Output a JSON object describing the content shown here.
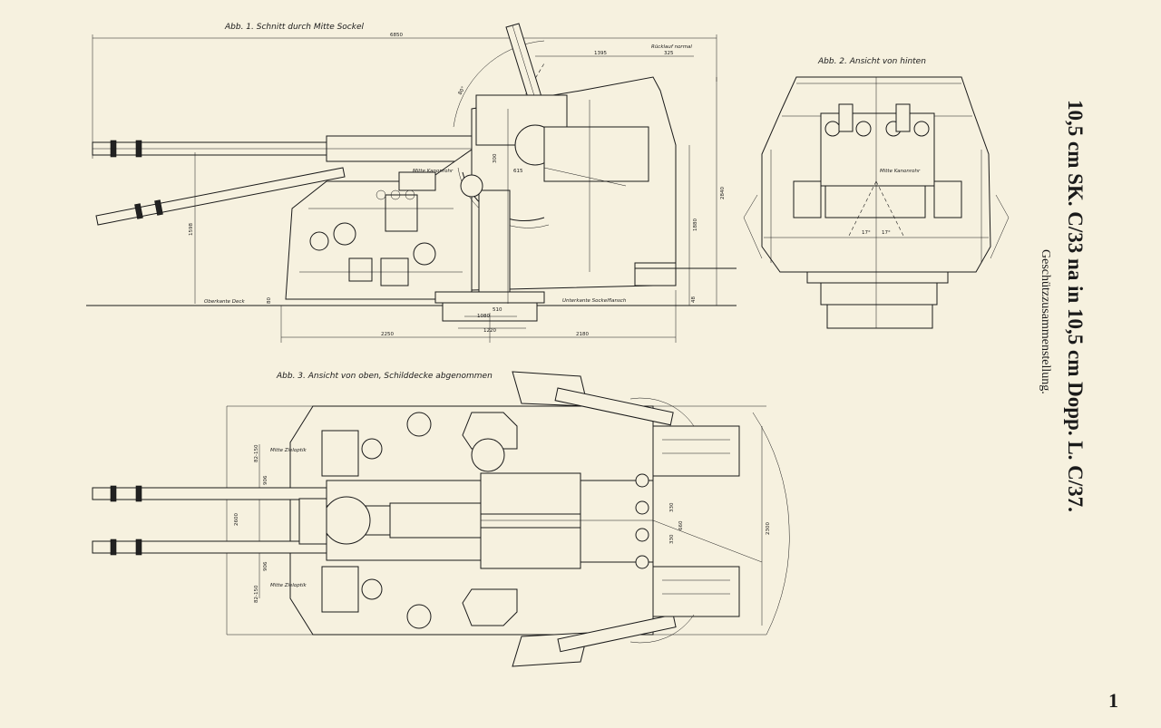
{
  "title": "10,5 cm SK. C/33 na in 10,5 cm Dopp. L. C/37.",
  "subtitle": "Geschützzusammenstellung.",
  "page_number": "1",
  "figures": {
    "fig1": {
      "caption": "Abb. 1. Schnitt durch Mitte Sockel",
      "labels": {
        "mitte_kanonenrohr": "Mitte Kanonrohr",
        "oberkante_deck": "Oberkante Deck",
        "unterkante_sockelflansch": "Unterkante Sockelflansch",
        "ruecklauf_normal": "Rücklauf normal"
      },
      "dims": {
        "overall_length": "6850",
        "d1395": "1395",
        "d325": "325",
        "d2840": "2840",
        "d1880": "1880",
        "d1598": "1598",
        "d80": "80",
        "d48": "48",
        "d2250": "2250",
        "d2180": "2180",
        "d1220": "1220",
        "d1080": "1080",
        "d510": "510",
        "d300": "300",
        "d615": "615",
        "elev": "80°"
      }
    },
    "fig2": {
      "caption": "Abb. 2. Ansicht von hinten",
      "labels": {
        "mitte_kanonenrohr": "Mitte Kanonrohr",
        "angle_left": "17°",
        "angle_right": "17°"
      }
    },
    "fig3": {
      "caption": "Abb. 3. Ansicht von oben, Schilddecke abgenommen",
      "labels": {
        "mitte_zieloptik_top": "Mitte Zieloptik",
        "mitte_zieloptik_bottom": "Mitte Zieloptik"
      },
      "dims": {
        "d2600": "2600",
        "d2300": "2300",
        "d906a": "906",
        "d906b": "906",
        "d82a": "82-150",
        "d82b": "82-150",
        "d330a": "330",
        "d330b": "330",
        "d660": "660"
      }
    }
  },
  "colors": {
    "paper": "#f6f1df",
    "ink": "#1a1a1a"
  }
}
